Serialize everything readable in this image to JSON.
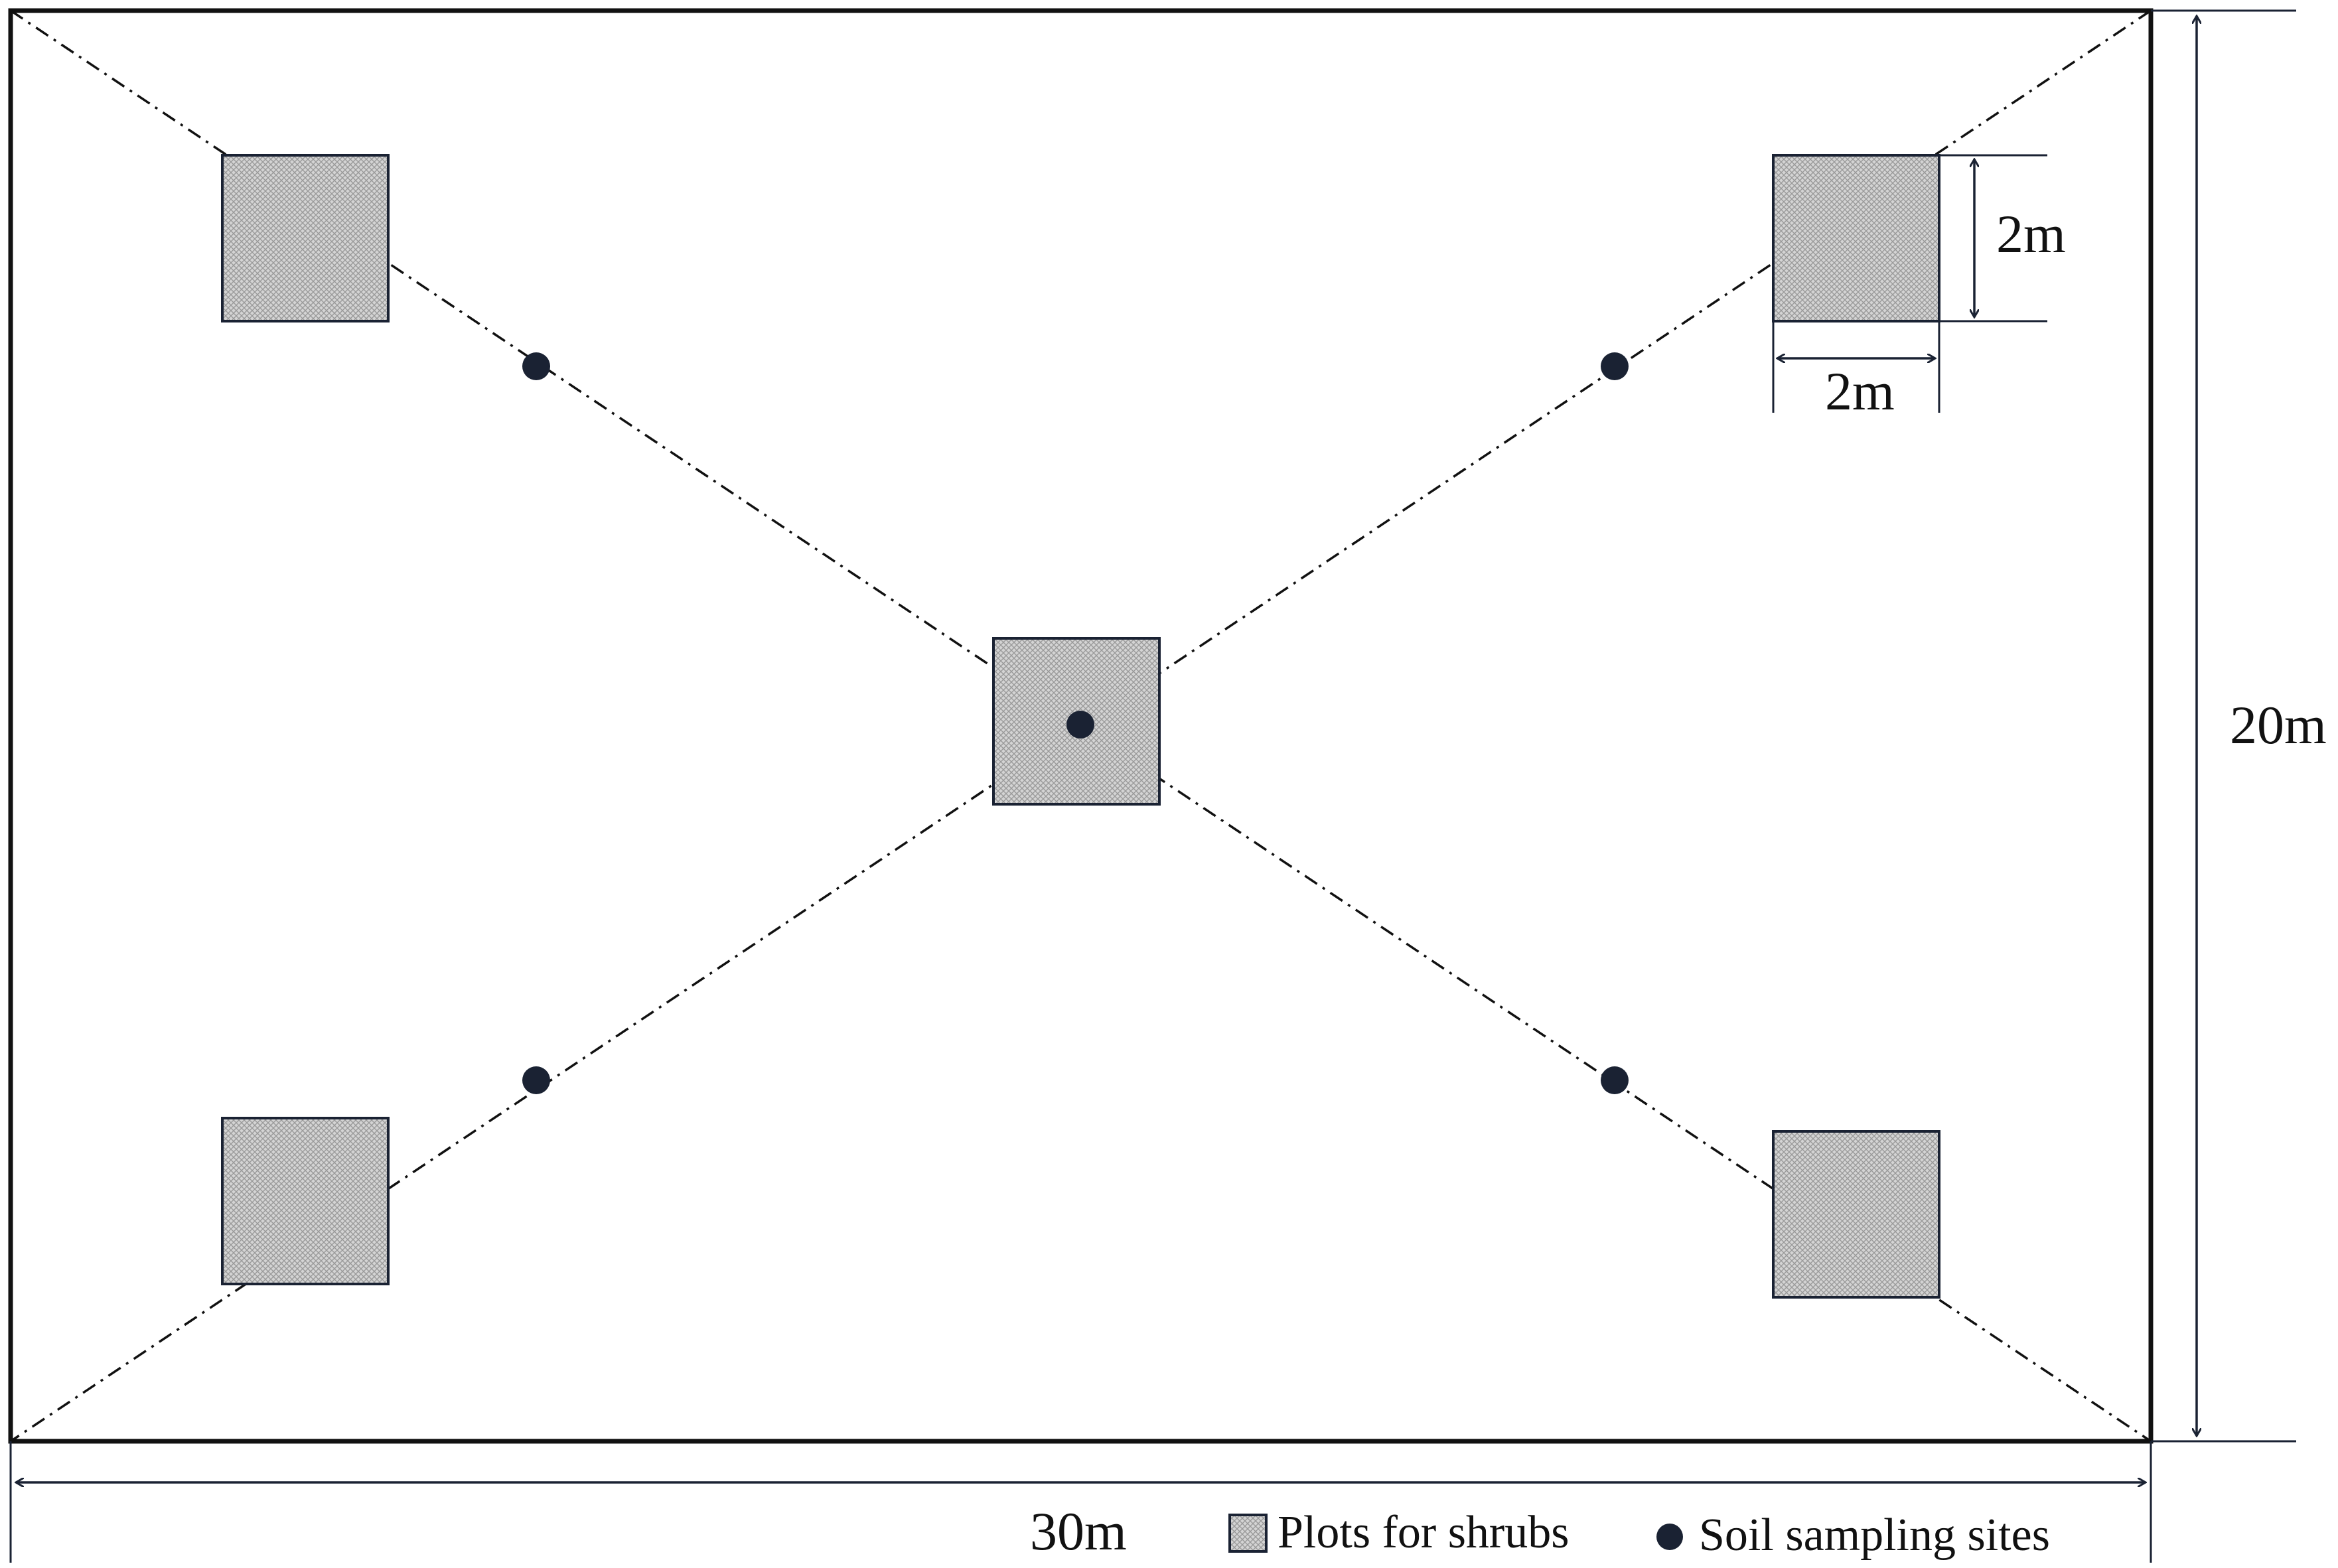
{
  "dimensions": {
    "width_label": "30m",
    "height_label": "20m",
    "subplot_height_label": "2m",
    "subplot_width_label": "2m"
  },
  "legend": {
    "plots_label": "Plots for shrubs",
    "sites_label": "Soil sampling sites"
  },
  "colors": {
    "border": "#111111",
    "plot_fill": "#c8c8c8",
    "site_dot": "#1a2233",
    "diagonal": "#111111"
  }
}
